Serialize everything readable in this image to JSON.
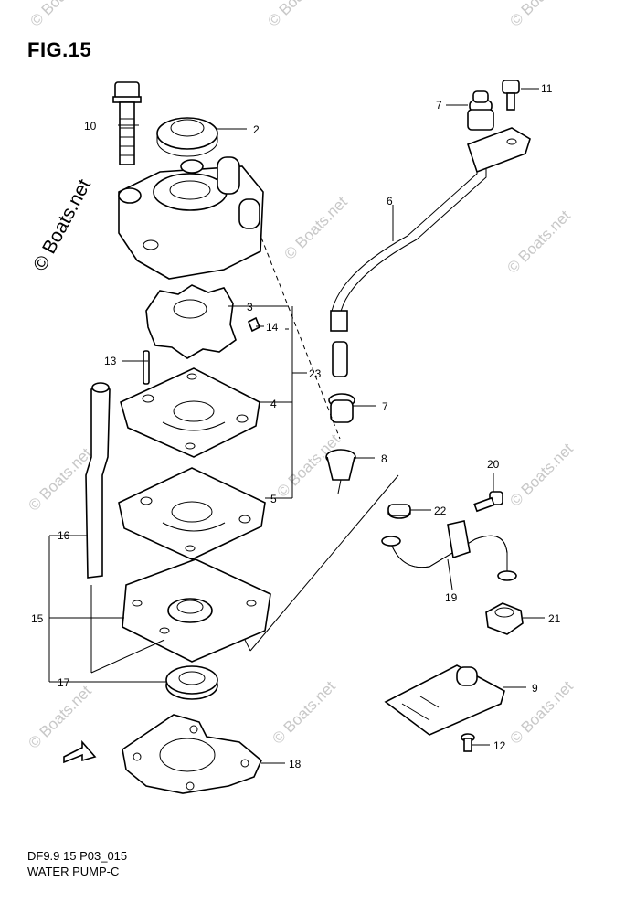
{
  "figure": {
    "title": "FIG.15",
    "diagram_code": "DF9.9 15 P03_015",
    "diagram_name": "WATER PUMP-C"
  },
  "watermark": {
    "text": "© Boats.net"
  },
  "callouts": [
    {
      "id": "c2",
      "text": "2"
    },
    {
      "id": "c3",
      "text": "3"
    },
    {
      "id": "c4",
      "text": "4"
    },
    {
      "id": "c5",
      "text": "5"
    },
    {
      "id": "c6",
      "text": "6"
    },
    {
      "id": "c7a",
      "text": "7"
    },
    {
      "id": "c7b",
      "text": "7"
    },
    {
      "id": "c8",
      "text": "8"
    },
    {
      "id": "c9",
      "text": "9"
    },
    {
      "id": "c10",
      "text": "10"
    },
    {
      "id": "c11",
      "text": "11"
    },
    {
      "id": "c12",
      "text": "12"
    },
    {
      "id": "c13",
      "text": "13"
    },
    {
      "id": "c14",
      "text": "14"
    },
    {
      "id": "c15",
      "text": "15"
    },
    {
      "id": "c16",
      "text": "16"
    },
    {
      "id": "c17",
      "text": "17"
    },
    {
      "id": "c18",
      "text": "18"
    },
    {
      "id": "c19",
      "text": "19"
    },
    {
      "id": "c20",
      "text": "20"
    },
    {
      "id": "c21",
      "text": "21"
    },
    {
      "id": "c22",
      "text": "22"
    },
    {
      "id": "c23",
      "text": "23"
    }
  ]
}
